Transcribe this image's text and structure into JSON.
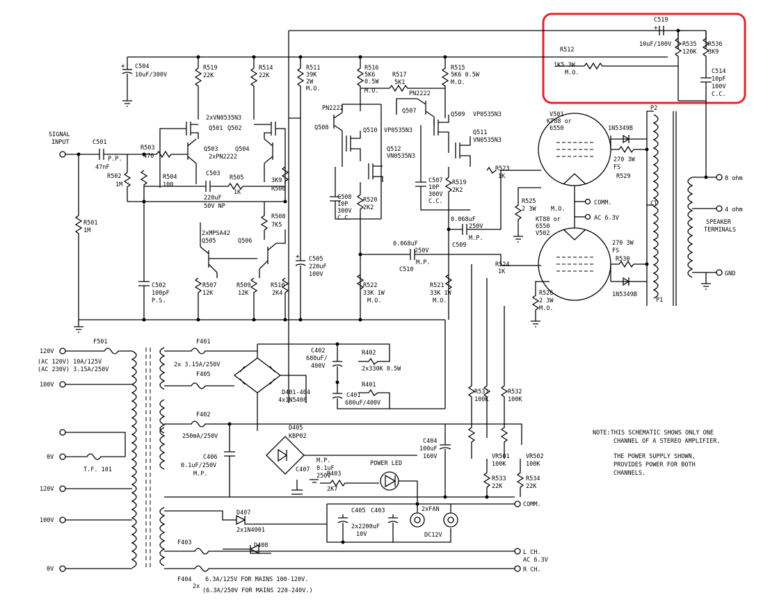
{
  "input": {
    "signal_input": "SIGNAL",
    "signal_input2": "INPUT"
  },
  "components": {
    "c501": "C501",
    "c501_type": "P.P.",
    "c501_val": "47nF",
    "c504": "C504",
    "c504_val": "10uF/300V",
    "r519": "R519",
    "r519_val": "22K",
    "r514": "R514",
    "r514_val": "22K",
    "r511": "R511",
    "r511_val": "39K",
    "r511_w": "2W",
    "r511_t": "M.O.",
    "r516": "R516",
    "r516_val": "5K6",
    "r516_w": "0.5W",
    "r516_t": "M.O.",
    "r517": "R517",
    "r517_val": "5K1",
    "r515": "R515",
    "r515_val": "5K6 0.5W",
    "r515_t": "M.O.",
    "pn2222_a": "PN2222",
    "pn2222_b": "PN2222",
    "q507": "Q507",
    "q508": "Q508",
    "q509": "Q509",
    "q510": "Q510",
    "vp0535n3_a": "VP0535N3",
    "vp0535n3_b": "VP0535N3",
    "q511": "Q511",
    "vn0535n3_a": "VN0535N3",
    "q512": "Q512",
    "vn0535n3_b": "VN0535N3",
    "vn_pair": "2xVN0535N3",
    "q501": "Q501",
    "q502": "Q502",
    "r503": "R503",
    "r503_val": "470",
    "q503": "Q503",
    "q504": "Q504",
    "pn_pair": "2xPN2222",
    "r502": "R502",
    "r502_val": "1M",
    "r504": "R504",
    "r504_val": "100",
    "c503": "C503",
    "c503_val": "220uF",
    "c503_v": "50V NP",
    "r505": "R505",
    "r505_val": "1K",
    "r506": "R506",
    "r506_val": "3K9",
    "r508": "R508",
    "r508_val": "7K5",
    "mpsa_pair": "2xMPSA42",
    "q505": "Q505",
    "q506": "Q506",
    "r501": "R501",
    "r501_val": "1M",
    "c502": "C502",
    "c502_val": "100pF",
    "c502_t": "P.S.",
    "r507": "R507",
    "r507_val": "12K",
    "r509": "R509",
    "r509_val": "12K",
    "r510": "R510",
    "r510_val": "2K4",
    "c505": "C505",
    "c505_val": "220uF",
    "c505_v": "100V",
    "c508": "C508",
    "c508_val": "10P",
    "c508_v": "300V",
    "c508_t": "C.C.",
    "r520": "R520",
    "r520_val": "2K2",
    "c507": "C507",
    "c507_val": "10P",
    "c507_v": "300V",
    "c507_t": "C.C.",
    "r519b": "R519",
    "r519b_val": "2K2",
    "c509_val": "0.068uF",
    "c509_v": "250V",
    "c509_t": "M.P.",
    "c509": "C509",
    "c510_val": "0.068uF",
    "c510_v": "250V",
    "c510_t": "M.P.",
    "c510": "C510",
    "r522": "R522",
    "r522_val": "33K 1W",
    "r522_t": "M.O.",
    "r521": "R521",
    "r521_val": "33K 1W",
    "r521_t": "M.O.",
    "r523": "R523",
    "r523_val": "1K",
    "r524": "R524",
    "r524_val": "1K",
    "r525": "R525",
    "r525_val": "2 3W",
    "r525_t": "M.O.",
    "r526": "R526",
    "r526_val": "2 3W",
    "r526_t": "M.O.",
    "v501": "V501",
    "v501_type": "KT88 or",
    "v501_alt": "6550",
    "v502": "V502",
    "v502_type": "KT88 or",
    "v502_alt": "6550",
    "r529": "R529",
    "r529_val": "270 3W",
    "r529_t": "FS",
    "r530": "R530",
    "r530_val": "270 3W",
    "r530_t": "FS",
    "d_top": "1N5349B",
    "d_bot": "1N5349B",
    "p2": "P2",
    "p1": "P1",
    "ct": "CT",
    "comm": "COMM.",
    "ac63": "AC 6.3V",
    "r512": "R512",
    "r512_val": "1K5 3W",
    "r512_t": "M.O.",
    "c519": "C519",
    "c519_val": "10uF/100V",
    "r535": "R535",
    "r535_val": "120K",
    "r536": "R536",
    "r536_val": "3K9",
    "c514": "C514",
    "c514_val": "10pF",
    "c514_v": "100V",
    "c514_t": "C.C."
  },
  "speaker": {
    "ohm8": "8 ohm",
    "ohm4": "4 ohm",
    "label1": "SPEAKER",
    "label2": "TERMINALS",
    "gnd": "GND"
  },
  "power": {
    "f501": "F501",
    "v120": "120V",
    "ac120": "(AC 120V) 10A/125V",
    "ac230": "(AC 230V) 3.15A/250V",
    "v100": "100V",
    "v0": "0V",
    "tf101": "T.F. 101",
    "v120b": "120V",
    "v100b": "100V",
    "v0b": "0V",
    "f401": "F401",
    "f401_val": "2x 3.15A/250V",
    "f405": "F405",
    "d401": "D401-404",
    "d401_val": "4x1N5408",
    "c402": "C402",
    "c402_val": "680uF/",
    "c402_v": "400V",
    "r402": "R402",
    "r402_val": "2x330K 0.5W",
    "r401": "R401",
    "c401": "C401",
    "c401_val": "680uF/400V",
    "f402": "F402",
    "f402_val": "250mA/250V",
    "c406": "C406",
    "c406_val": "0.1uF/250V",
    "c406_t": "M.P.",
    "d405": "D405",
    "d405_val": "KBP02",
    "c407": "C407",
    "c407_val": "0.1uF",
    "c407_v": "250V",
    "c407_t": "M.P.",
    "r403": "R403",
    "r403_val": "2K7",
    "power_led": "POWER LED",
    "c404": "C404",
    "c404_val": "100uF",
    "c404_v": "160V",
    "r531": "R531",
    "r531_val": "100K",
    "r532": "R532",
    "r532_val": "100K",
    "vr501": "VR501",
    "vr501_val": "100K",
    "vr502": "VR502",
    "vr502_val": "100K",
    "r533": "R533",
    "r533_val": "22K",
    "r534": "R534",
    "r534_val": "22K",
    "comm": "COMM.",
    "d407": "D407",
    "d407_val": "2x1N4001",
    "d408": "D408",
    "c405": "C405",
    "c403": "C403",
    "c_pair": "2x2200uF",
    "c_pair_v": "10V",
    "fan": "2xFAN",
    "fan_v": "DC12V",
    "f403": "F403",
    "f404": "F404",
    "lch": "L CH.",
    "ac63": "AC 6.3V",
    "rch": "R CH.",
    "mains1": "6.3A/125V FOR MAINS 100-120V.",
    "mains2": "(6.3A/250V FOR MAINS 220-240V.)",
    "mains_2x": "2x"
  },
  "notes": {
    "line1": "NOTE:THIS SCHEMATIC SHOWS ONLY ONE",
    "line2": "CHANNEL OF A STEREO AMPLIFIER.",
    "line3": "THE POWER SUPPLY SHOWN,",
    "line4": "PROVIDES POWER FOR BOTH",
    "line5": "CHANNELS."
  },
  "colors": {
    "highlight": "#e0262b",
    "ink": "#000000"
  }
}
